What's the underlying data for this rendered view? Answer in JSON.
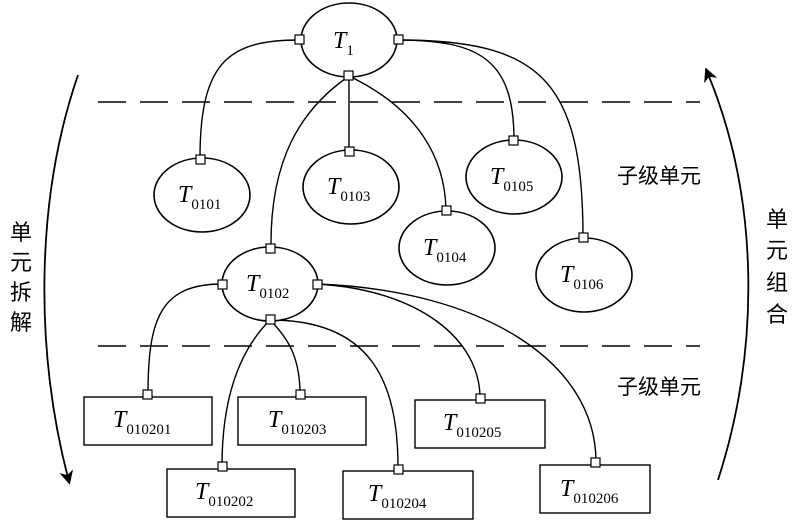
{
  "levels": {
    "upper_label": "子级单元",
    "lower_label": "子级单元"
  },
  "side_labels": {
    "left": [
      "单",
      "元",
      "拆",
      "解"
    ],
    "right": [
      "单",
      "元",
      "组",
      "合"
    ]
  },
  "nodes": {
    "T1": {
      "base": "T",
      "sub": "1"
    },
    "T0101": {
      "base": "T",
      "sub": "0101"
    },
    "T0102": {
      "base": "T",
      "sub": "0102"
    },
    "T0103": {
      "base": "T",
      "sub": "0103"
    },
    "T0104": {
      "base": "T",
      "sub": "0104"
    },
    "T0105": {
      "base": "T",
      "sub": "0105"
    },
    "T0106": {
      "base": "T",
      "sub": "0106"
    },
    "T010201": {
      "base": "T",
      "sub": "010201"
    },
    "T010202": {
      "base": "T",
      "sub": "010202"
    },
    "T010203": {
      "base": "T",
      "sub": "010203"
    },
    "T010204": {
      "base": "T",
      "sub": "010204"
    },
    "T010205": {
      "base": "T",
      "sub": "010205"
    },
    "T010206": {
      "base": "T",
      "sub": "010206"
    }
  }
}
